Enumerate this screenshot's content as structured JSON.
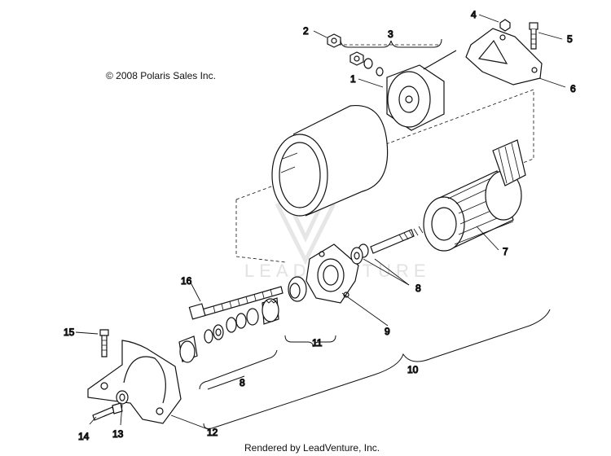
{
  "copyright": "© 2008 Polaris Sales Inc.",
  "footer": "Rendered by LeadVenture, Inc.",
  "watermark": "LEADVENTURE",
  "callouts": [
    {
      "id": "c1",
      "label": "1"
    },
    {
      "id": "c2",
      "label": "2"
    },
    {
      "id": "c3",
      "label": "3"
    },
    {
      "id": "c4",
      "label": "4"
    },
    {
      "id": "c5",
      "label": "5"
    },
    {
      "id": "c6",
      "label": "6"
    },
    {
      "id": "c7",
      "label": "7"
    },
    {
      "id": "c8a",
      "label": "8"
    },
    {
      "id": "c8b",
      "label": "8"
    },
    {
      "id": "c9",
      "label": "9"
    },
    {
      "id": "c10",
      "label": "10"
    },
    {
      "id": "c11",
      "label": "11"
    },
    {
      "id": "c12",
      "label": "12"
    },
    {
      "id": "c13",
      "label": "13"
    },
    {
      "id": "c14",
      "label": "14"
    },
    {
      "id": "c15",
      "label": "15"
    },
    {
      "id": "c16",
      "label": "16"
    }
  ]
}
